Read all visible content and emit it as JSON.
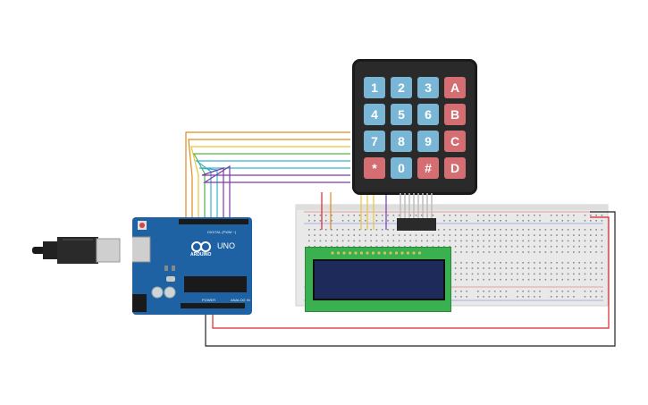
{
  "keypad": {
    "keys": [
      {
        "label": "1",
        "kind": "num"
      },
      {
        "label": "2",
        "kind": "num"
      },
      {
        "label": "3",
        "kind": "num"
      },
      {
        "label": "A",
        "kind": "fn"
      },
      {
        "label": "4",
        "kind": "num"
      },
      {
        "label": "5",
        "kind": "num"
      },
      {
        "label": "6",
        "kind": "num"
      },
      {
        "label": "B",
        "kind": "fn"
      },
      {
        "label": "7",
        "kind": "num"
      },
      {
        "label": "8",
        "kind": "num"
      },
      {
        "label": "9",
        "kind": "num"
      },
      {
        "label": "C",
        "kind": "fn"
      },
      {
        "label": "*",
        "kind": "fn"
      },
      {
        "label": "0",
        "kind": "num"
      },
      {
        "label": "#",
        "kind": "fn"
      },
      {
        "label": "D",
        "kind": "fn"
      }
    ]
  },
  "arduino": {
    "model": "UNO",
    "brand": "ARDUINO",
    "digital_label": "DIGITAL (PWM ~)",
    "power_label": "POWER",
    "analog_label": "ANALOG IN"
  },
  "colors": {
    "wire_orange": "#e08a1e",
    "wire_yellow": "#e8c53a",
    "wire_green": "#52b64a",
    "wire_cyan": "#3ab0d0",
    "wire_purple": "#7a3aa8",
    "wire_red": "#d8262b",
    "wire_black": "#222222",
    "key_blue": "#79b6d6",
    "key_red": "#d46e72",
    "arduino_blue": "#1f62a3",
    "lcd_green": "#3bb050"
  }
}
